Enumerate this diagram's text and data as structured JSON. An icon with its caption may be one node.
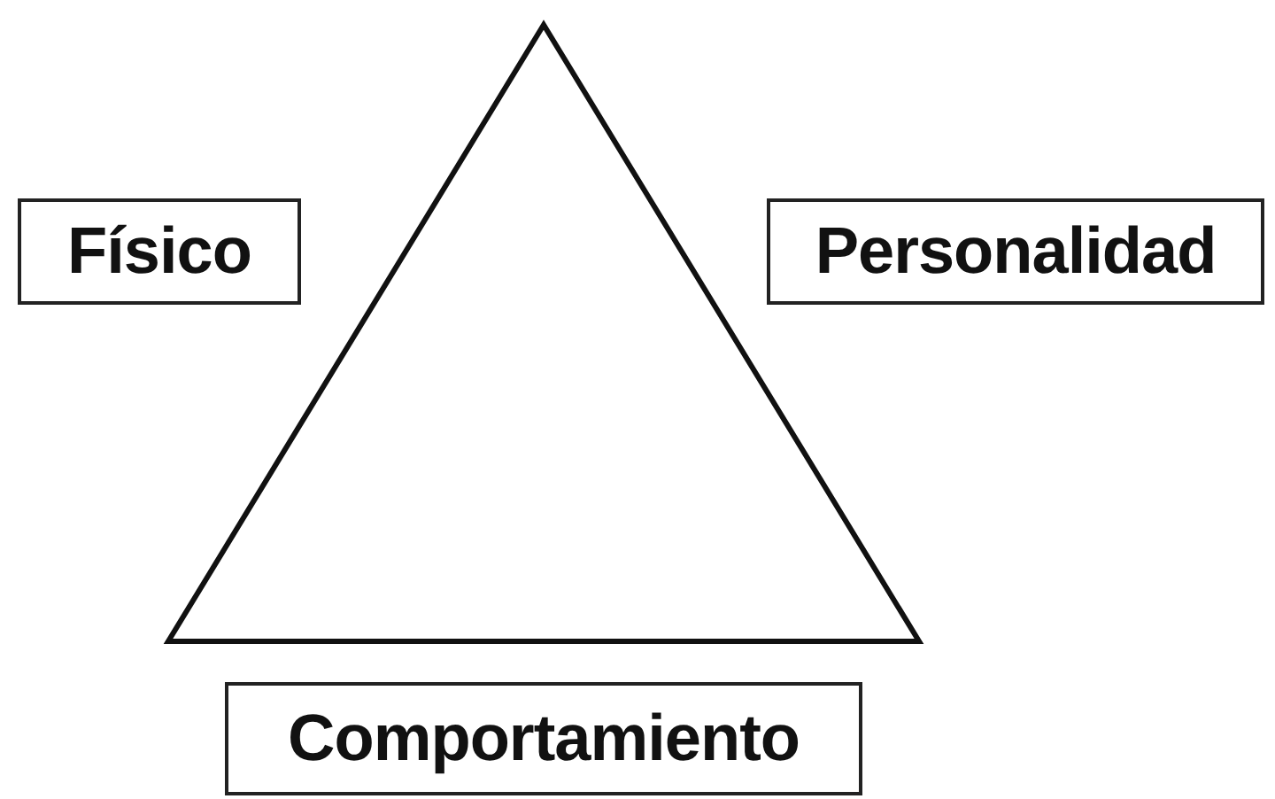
{
  "diagram": {
    "nodes": [
      {
        "text": [
          "Físico"
        ]
      },
      {
        "text": [
          "Personalidad"
        ]
      },
      {
        "text": [
          "Comportamiento"
        ]
      }
    ],
    "edges": []
  }
}
